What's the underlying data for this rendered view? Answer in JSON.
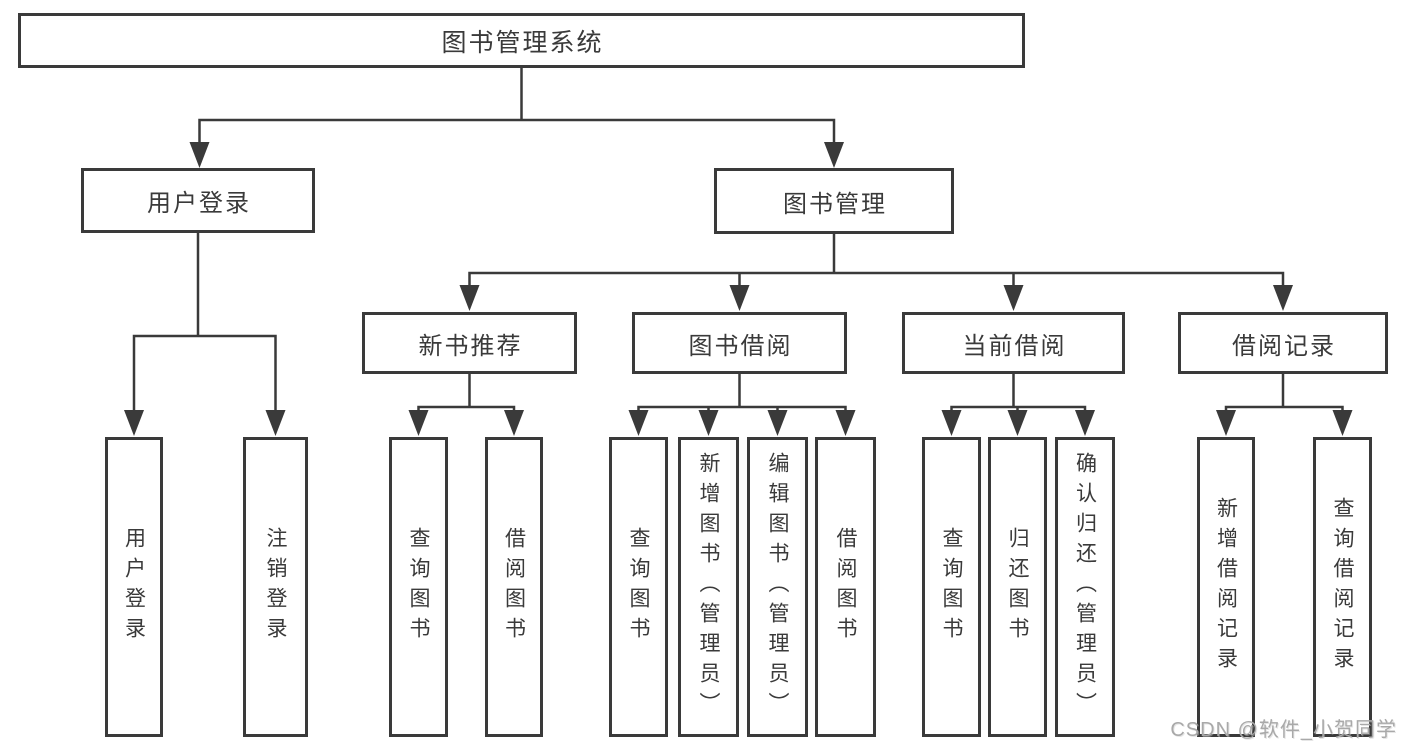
{
  "nodes": {
    "root": {
      "label": "图书管理系统"
    },
    "userLogin": {
      "label": "用户登录"
    },
    "bookMgmt": {
      "label": "图书管理"
    },
    "newBookRec": {
      "label": "新书推荐"
    },
    "bookBorrow": {
      "label": "图书借阅"
    },
    "currentBorrow": {
      "label": "当前借阅"
    },
    "borrowRecord": {
      "label": "借阅记录"
    },
    "leafUserLogin": {
      "label": "用户登录"
    },
    "leafLogout": {
      "label": "注销登录"
    },
    "leafQueryBookA": {
      "label": "查询图书"
    },
    "leafBorrowBookA": {
      "label": "借阅图书"
    },
    "leafQueryBookB": {
      "label": "查询图书"
    },
    "leafAddBook": {
      "label": "新增图书（管理员）"
    },
    "leafEditBook": {
      "label": "编辑图书（管理员）"
    },
    "leafBorrowBookB": {
      "label": "借阅图书"
    },
    "leafQueryBookC": {
      "label": "查询图书"
    },
    "leafReturnBook": {
      "label": "归还图书"
    },
    "leafConfirmReturn": {
      "label": "确认归还（管理员）"
    },
    "leafAddRecord": {
      "label": "新增借阅记录"
    },
    "leafQueryRecord": {
      "label": "查询借阅记录"
    }
  },
  "hierarchy": {
    "图书管理系统": {
      "用户登录": [
        "用户登录",
        "注销登录"
      ],
      "图书管理": {
        "新书推荐": [
          "查询图书",
          "借阅图书"
        ],
        "图书借阅": [
          "查询图书",
          "新增图书（管理员）",
          "编辑图书（管理员）",
          "借阅图书"
        ],
        "当前借阅": [
          "查询图书",
          "归还图书",
          "确认归还（管理员）"
        ],
        "借阅记录": [
          "新增借阅记录",
          "查询借阅记录"
        ]
      }
    }
  },
  "watermark": {
    "text": "CSDN @软件_小贺同学"
  },
  "colors": {
    "line": "#3a3a3a",
    "box_border": "#3a3a3a",
    "text": "#3a3a3a",
    "background": "#ffffff",
    "watermark": "#a9a9a9"
  }
}
